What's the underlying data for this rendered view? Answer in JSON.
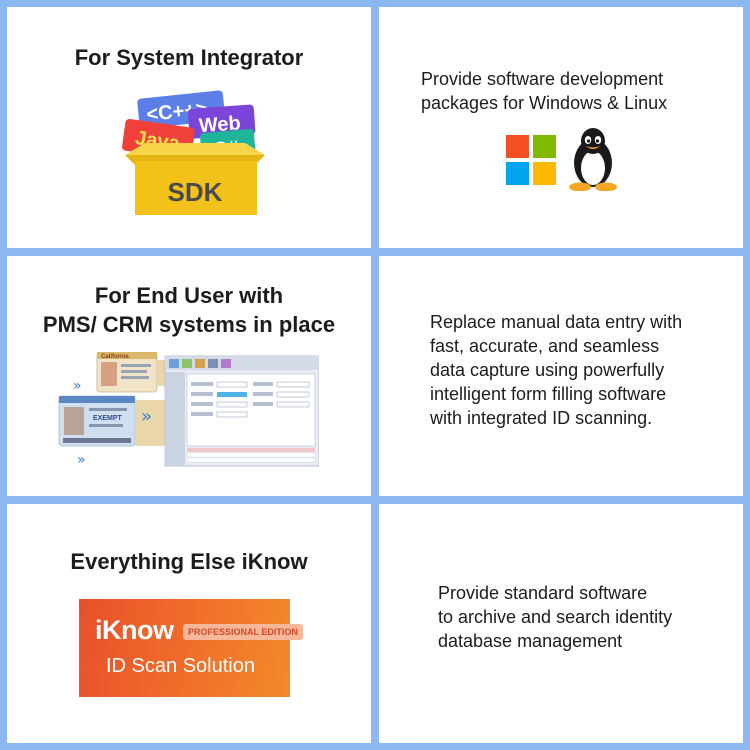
{
  "rows": [
    {
      "heading": [
        "For System Integrator"
      ],
      "description": [
        "Provide software development",
        "packages for Windows & Linux"
      ],
      "graphic": {
        "type": "sdk-box",
        "labels": {
          "cpp": "<C++>",
          "web": "Web",
          "java": "Java",
          "csharp": "C#",
          "box": "SDK"
        }
      },
      "icons": [
        "windows-logo",
        "linux-tux"
      ]
    },
    {
      "heading": [
        "For End User with",
        "PMS/ CRM systems in place"
      ],
      "description": [
        "Replace manual data entry with",
        "fast, accurate, and seamless",
        "data capture using powerfully",
        "intelligent form filling software",
        "with integrated ID scanning."
      ],
      "graphic": {
        "type": "id-scan-to-form",
        "id_card_top_label": "California",
        "id_card_bottom_label": "EXEMPT"
      }
    },
    {
      "heading": [
        "Everything Else iKnow"
      ],
      "description": [
        "Provide standard software",
        "to archive and search identity",
        "database management"
      ],
      "graphic": {
        "type": "iknow-banner",
        "title": "iKnow",
        "badge": "PROFESSIONAL EDITION",
        "subtitle": "ID Scan Solution"
      }
    }
  ],
  "colors": {
    "grid_border": "#8ab8ef",
    "iknow_orange": "#ef6a2a",
    "sdk_box": "#f2c21b",
    "win_red": "#f25022",
    "win_green": "#7fba00",
    "win_blue": "#00a4ef",
    "win_yellow": "#ffb900"
  }
}
